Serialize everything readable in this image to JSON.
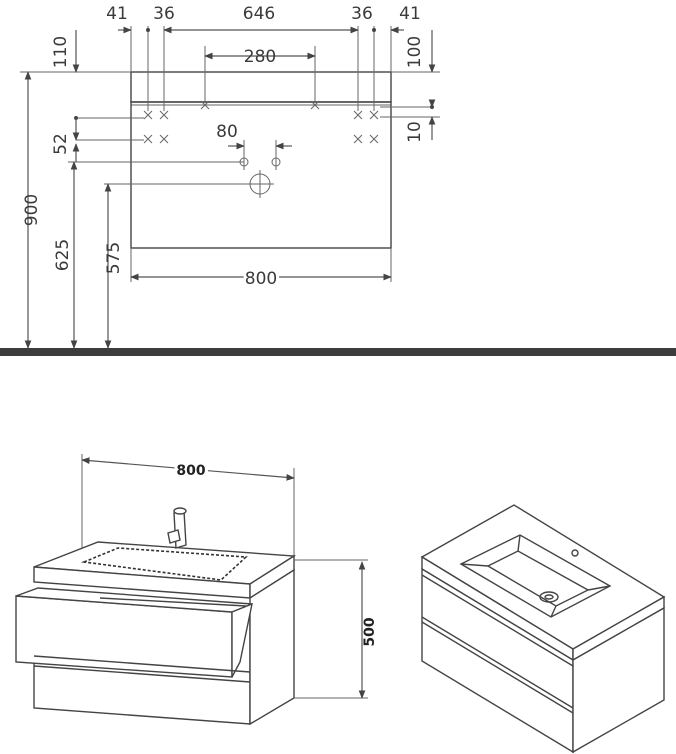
{
  "front_view": {
    "dims_top": {
      "left_offset": "41",
      "left_bracket": "36",
      "bracket_span": "646",
      "right_bracket": "36",
      "right_offset": "41",
      "center_span": "280"
    },
    "dims_left": {
      "top_band": "110",
      "bracket_drop": "52",
      "total_height": "900",
      "tap_height": "625",
      "drain_height": "575"
    },
    "dims_right": {
      "top_band": "100",
      "bracket_gap": "10"
    },
    "dims_mid": {
      "hole_spacing": "80"
    },
    "dims_bottom": {
      "width": "800"
    }
  },
  "iso_view": {
    "width": "800",
    "height": "500"
  }
}
